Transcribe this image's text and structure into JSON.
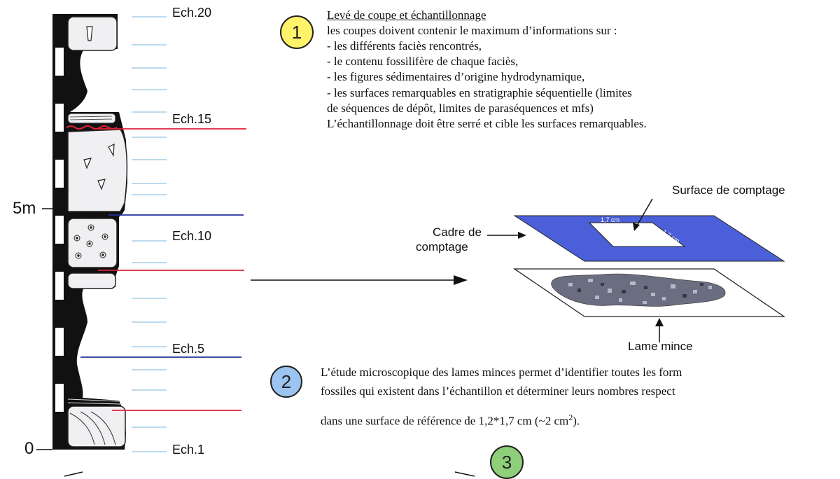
{
  "section": {
    "scale_labels": [
      "5m",
      "0"
    ],
    "samples": [
      "Ech.20",
      "Ech.15",
      "Ech.10",
      "Ech.5",
      "Ech.1"
    ]
  },
  "step1": {
    "number": "1",
    "title": "Levé de coupe et échantillonnage",
    "lines": [
      "les coupes doivent contenir le maximum d’informations sur :",
      "- les différents faciès rencontrés,",
      "- le contenu fossilifère de chaque faciès,",
      "- les figures sédimentaires d’origine hydrodynamique,",
      "- les surfaces remarquables en stratigraphie séquentielle (limites",
      "de séquences de dépôt, limites de paraséquences et mfs)",
      "L’échantillonnage doit être serré et cible les surfaces remarquables."
    ],
    "circle_color": "#fff36a"
  },
  "counting": {
    "surface_label": "Surface de comptage",
    "frame_label_line1": "Cadre de",
    "frame_label_line2": "comptage",
    "thin_section_label": "Lame mince",
    "dim_width": "1,7 cm",
    "dim_height": "1,2 cm",
    "frame_color": "#4a5fd8"
  },
  "step2": {
    "number": "2",
    "line1": "L’étude microscopique des lames minces permet d’identifier toutes les form",
    "line2": "fossiles qui existent dans l’échantillon et déterminer leurs nombres respect",
    "line3_prefix": "dans une surface de référence de 1,2*1,7 cm (~2 cm",
    "line3_sup": "2",
    "line3_suffix": ").",
    "circle_color": "#9cc4f0"
  },
  "step3": {
    "number": "3",
    "circle_color": "#8fcf7a"
  },
  "colors": {
    "red_line": "#e0203a",
    "blue_line": "#24339a",
    "tick": "#7ab6dc"
  }
}
